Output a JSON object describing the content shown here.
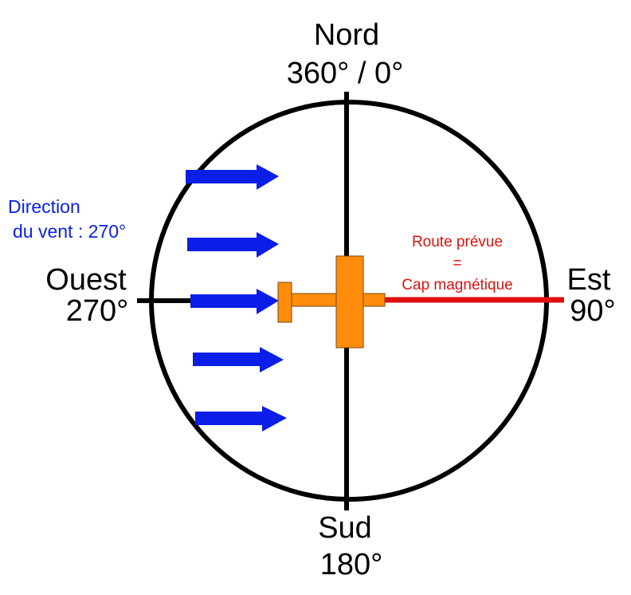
{
  "compass": {
    "north": {
      "name": "Nord",
      "degrees": "360° / 0°"
    },
    "east": {
      "name": "Est",
      "degrees": "90°"
    },
    "south": {
      "name": "Sud",
      "degrees": "180°"
    },
    "west": {
      "name": "Ouest",
      "degrees": "270°"
    }
  },
  "wind": {
    "label_line1": "Direction",
    "label_line2": "du vent : 270°",
    "arrow_count": 5,
    "color": "#0a1ee8"
  },
  "route": {
    "line1": "Route prévue",
    "line2": "=",
    "line3": "Cap magnétique",
    "color": "#e01010"
  },
  "aircraft": {
    "color": "#ff8c0a"
  },
  "colors": {
    "circle": "#000000"
  }
}
